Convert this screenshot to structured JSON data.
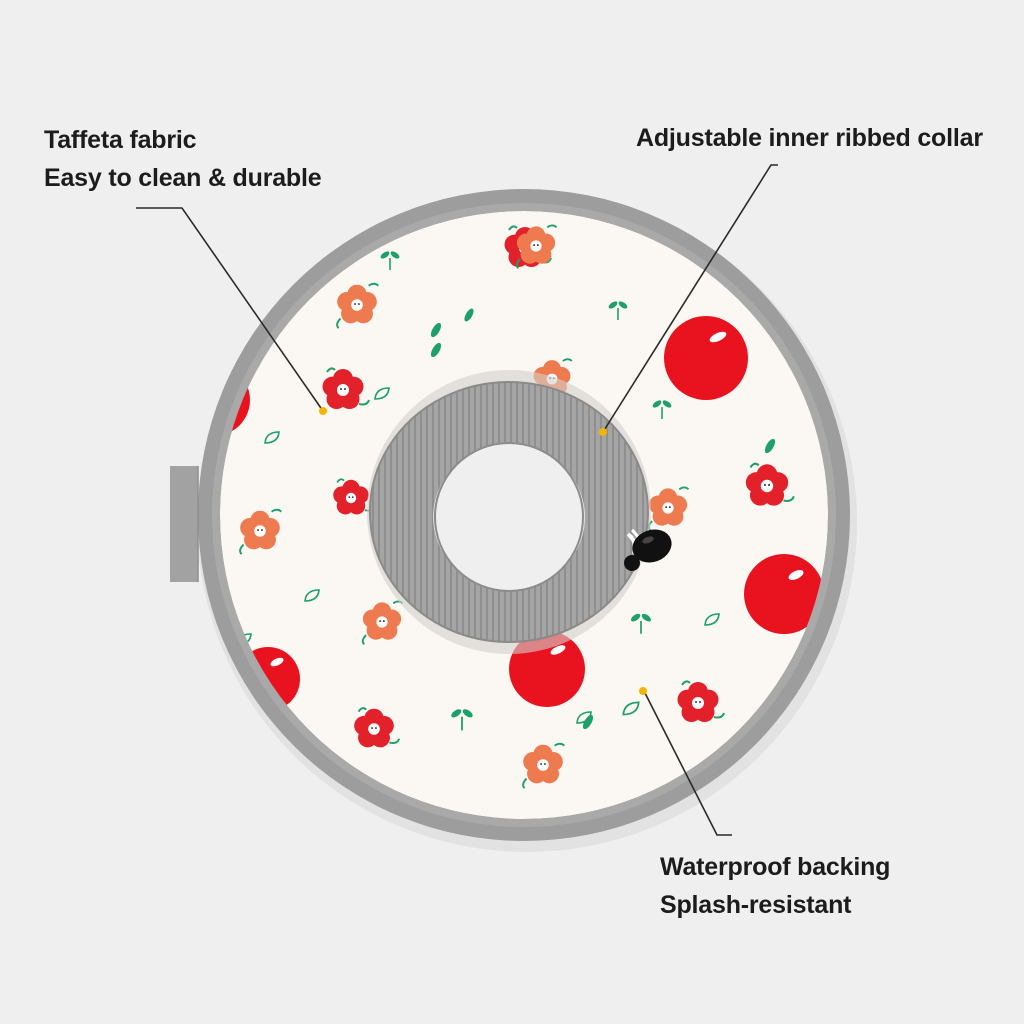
{
  "callouts": {
    "fabric": {
      "line1": "Taffeta fabric",
      "line2": "Easy to clean & durable"
    },
    "collar": {
      "line1": "Adjustable inner ribbed collar"
    },
    "backing": {
      "line1": "Waterproof backing",
      "line2": "Splash-resistant"
    }
  },
  "colors": {
    "background": "#efefef",
    "trim": "#9d9d9d",
    "fabric": "#fbf8f3",
    "apple_red": "#e8131e",
    "flower_red": "#e3212b",
    "flower_orange": "#ee7b4f",
    "leaf_green": "#1ea06a",
    "collar": "#a3a3a3",
    "marker": "#f2b600"
  }
}
